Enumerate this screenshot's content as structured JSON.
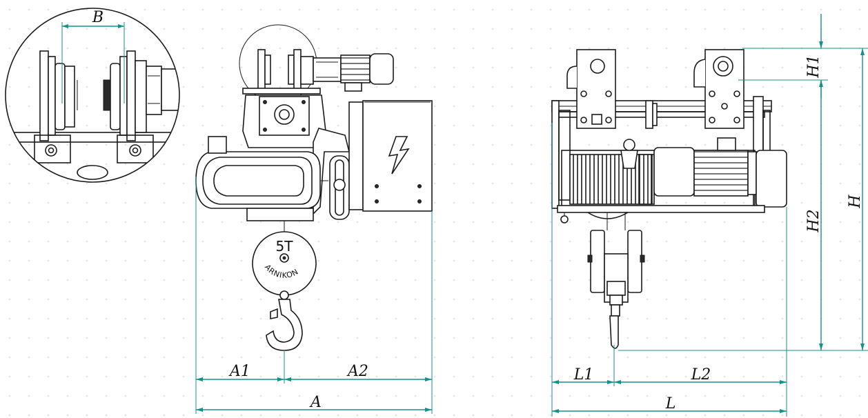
{
  "dimensions": {
    "B": "B",
    "A1": "A1",
    "A2": "A2",
    "A": "A",
    "L1": "L1",
    "L2": "L2",
    "L": "L",
    "H1": "H1",
    "H2": "H2",
    "H": "H"
  },
  "hook_block": {
    "capacity": "5T",
    "brand": "ARNIKON"
  },
  "colors": {
    "dimension_lines": "#14918a",
    "drawing_lines": "#1a1a1a",
    "background": "#ffffff"
  },
  "icons": [
    "lightning-bolt-icon"
  ]
}
